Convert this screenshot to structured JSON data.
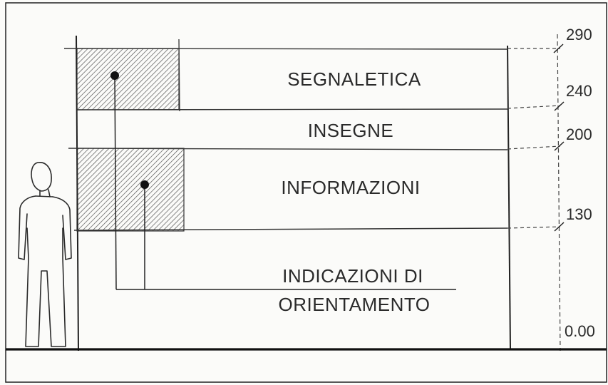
{
  "diagram": {
    "zones": [
      {
        "label": "SEGNALETICA"
      },
      {
        "label": "INSEGNE"
      },
      {
        "label": "INFORMAZIONI"
      },
      {
        "label_line1": "INDICAZIONI DI",
        "label_line2": "ORIENTAMENTO"
      }
    ],
    "dimensions": [
      "290",
      "240",
      "200",
      "130",
      "0.00"
    ]
  },
  "colors": {
    "ink": "#2a2a2a",
    "paper": "#fbfbf9",
    "hatch": "#555555"
  }
}
